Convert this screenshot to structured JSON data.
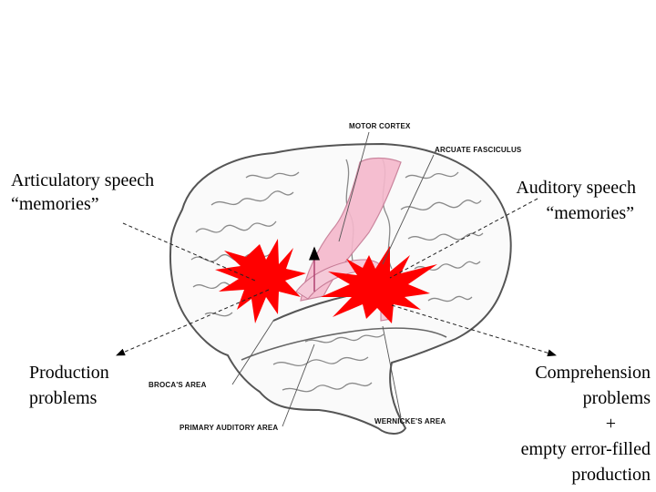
{
  "labels": {
    "articulatory_line1": "Articulatory speech",
    "articulatory_line2": "“memories”",
    "auditory_line1": "Auditory speech",
    "auditory_line2": "“memories”",
    "production_line1": "Production",
    "production_line2": "problems",
    "comprehension_line1": "Comprehension",
    "comprehension_line2": "problems",
    "comprehension_plus": "+",
    "comprehension_line3": "empty error-filled",
    "comprehension_line4": "production"
  },
  "anatomy": {
    "motor_cortex": "MOTOR CORTEX",
    "arcuate_fasciculus": "ARCUATE FASCICULUS",
    "brocas_area": "BROCA'S AREA",
    "primary_auditory_area": "PRIMARY AUDITORY AREA",
    "wernickes_area": "WERNICKE'S AREA"
  },
  "colors": {
    "lesion": "#ff0000",
    "motor_strip": "#f5b8cc",
    "brain_outline": "#555555"
  }
}
